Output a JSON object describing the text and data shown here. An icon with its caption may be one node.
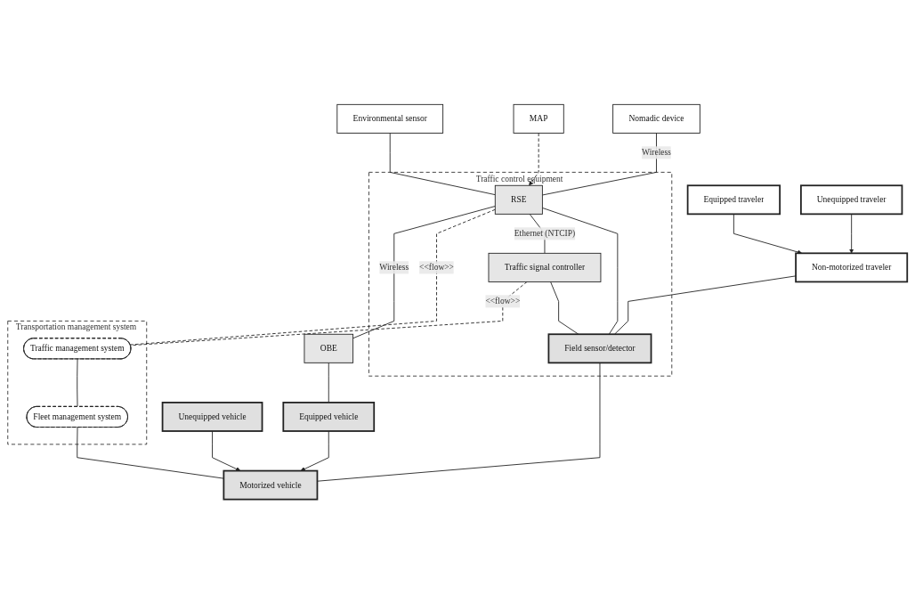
{
  "diagram": {
    "nodes": [
      {
        "text": [
          "Environmental sensor"
        ]
      },
      {
        "text": [
          "MAP"
        ]
      },
      {
        "text": [
          "Traffic control equipment"
        ]
      },
      {
        "text": [
          "Nomadic device"
        ]
      },
      {
        "text": [
          "RSE"
        ],
        "in": 2
      },
      {
        "text": [
          "OBE"
        ]
      },
      {
        "text": [
          "Transportation management system"
        ]
      },
      {
        "text": [
          "Traffic management system"
        ],
        "in": 6
      },
      {
        "text": [
          "Traffic signal controller"
        ],
        "in": 2
      },
      {
        "text": [
          "Fleet management system"
        ],
        "in": 6
      },
      {
        "text": [
          "Equipped traveler"
        ]
      },
      {
        "text": [
          "Unequipped traveler"
        ]
      },
      {
        "text": [
          "Non-motorized traveler"
        ]
      },
      {
        "text": [
          "Field sensor/detector"
        ],
        "in": 2
      },
      {
        "text": [
          "Motorized vehicle"
        ]
      },
      {
        "text": [
          "Equipped vehicle"
        ]
      },
      {
        "text": [
          "Unequipped vehicle"
        ]
      }
    ],
    "edges": [
      {
        "from": 0,
        "to": 4,
        "arrow": "none"
      },
      {
        "from": 1,
        "to": 4,
        "arrow": "to",
        "style": "dashed"
      },
      {
        "from": 3,
        "to": 4,
        "arrow": "none",
        "label": "Wireless"
      },
      {
        "from": 4,
        "to": 5,
        "arrow": "none",
        "label": "Wireless"
      },
      {
        "from": 4,
        "to": 7,
        "arrow": "none",
        "style": "dashed",
        "label": "<<flow>>"
      },
      {
        "from": 4,
        "to": 8,
        "arrow": "none",
        "label": "Ethernet (NTCIP)"
      },
      {
        "from": 4,
        "to": 13,
        "arrow": "none"
      },
      {
        "from": 8,
        "to": 7,
        "arrow": "none",
        "style": "dashed",
        "label": "<<flow>>"
      },
      {
        "from": 8,
        "to": 13,
        "arrow": "none"
      },
      {
        "from": 7,
        "to": 9,
        "arrow": "none"
      },
      {
        "from": 5,
        "to": 15,
        "arrow": "none"
      },
      {
        "from": 10,
        "to": 12,
        "arrow": "to"
      },
      {
        "from": 11,
        "to": 12,
        "arrow": "to"
      },
      {
        "from": 12,
        "to": 13,
        "arrow": "none"
      },
      {
        "from": 13,
        "to": 14,
        "arrow": "none"
      },
      {
        "from": 9,
        "to": 14,
        "arrow": "none"
      },
      {
        "from": 15,
        "to": 14,
        "arrow": "to"
      },
      {
        "from": 16,
        "to": 14,
        "arrow": "to"
      }
    ]
  }
}
